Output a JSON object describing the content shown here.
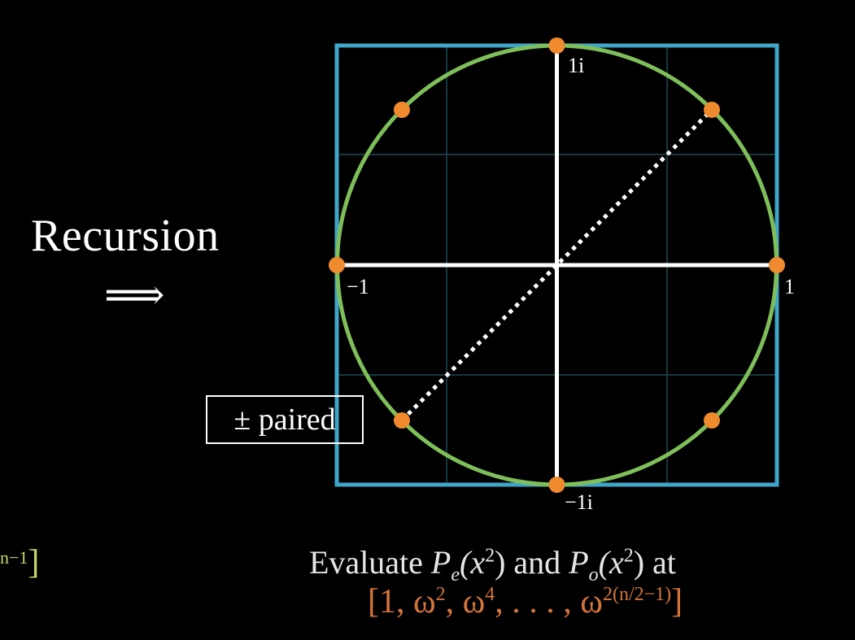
{
  "left_panel": {
    "title": "Recursion",
    "arrow": "⟹",
    "fragment_sup": "n−1",
    "fragment_bracket": "]"
  },
  "plane": {
    "label_top": "1i",
    "label_left": "−1",
    "label_right": "1",
    "label_bottom": "−1i",
    "pairing_note": "± paired",
    "points_count": 8,
    "colors": {
      "frame": "#3fa6c9",
      "circle": "#7fbf5a",
      "points": "#f08a2e",
      "grid": "#1f4a52",
      "axes": "#ffffff"
    }
  },
  "caption": {
    "evaluate_word": "Evaluate",
    "P": "P",
    "sub_e": "e",
    "sub_o": "o",
    "arg_open": "(x",
    "exp": "2",
    "arg_close": ")",
    "and_word": "and",
    "at_word": "at",
    "list_open": "[1, ω",
    "list_exp1": "2",
    "list_mid": ", ω",
    "list_exp2": "4",
    "list_dots": ", . . . , ω",
    "list_exp3": "2(n/2−1)",
    "list_close": "]",
    "list_color": "#d3743a"
  }
}
